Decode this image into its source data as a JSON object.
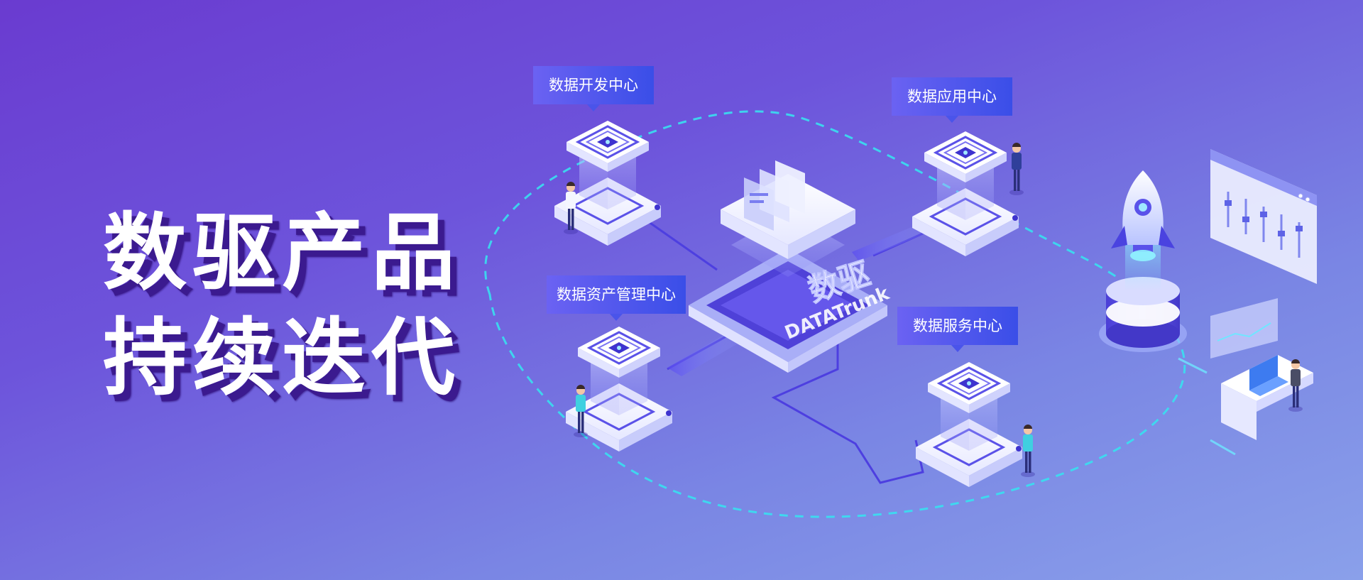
{
  "hero": {
    "line1": "数驱产品",
    "line2": "持续迭代"
  },
  "callouts": {
    "dev": "数据开发中心",
    "app": "数据应用中心",
    "asset": "数据资产管理中心",
    "service": "数据服务中心"
  },
  "logo": {
    "cn": "数驱",
    "en": "DATATrunk"
  },
  "colors": {
    "background_top": "#6a3bd0",
    "background_bottom": "#8aa0ea",
    "callout_start": "#6b62f2",
    "callout_end": "#3a4ee8",
    "title_shadow": "#3b1a8f",
    "dashed_line": "#38e0f0"
  },
  "icons": [
    "rocket-icon",
    "server-cube-icon",
    "person-icon",
    "laptop-icon",
    "dashboard-panel-icon",
    "chip-icon"
  ]
}
